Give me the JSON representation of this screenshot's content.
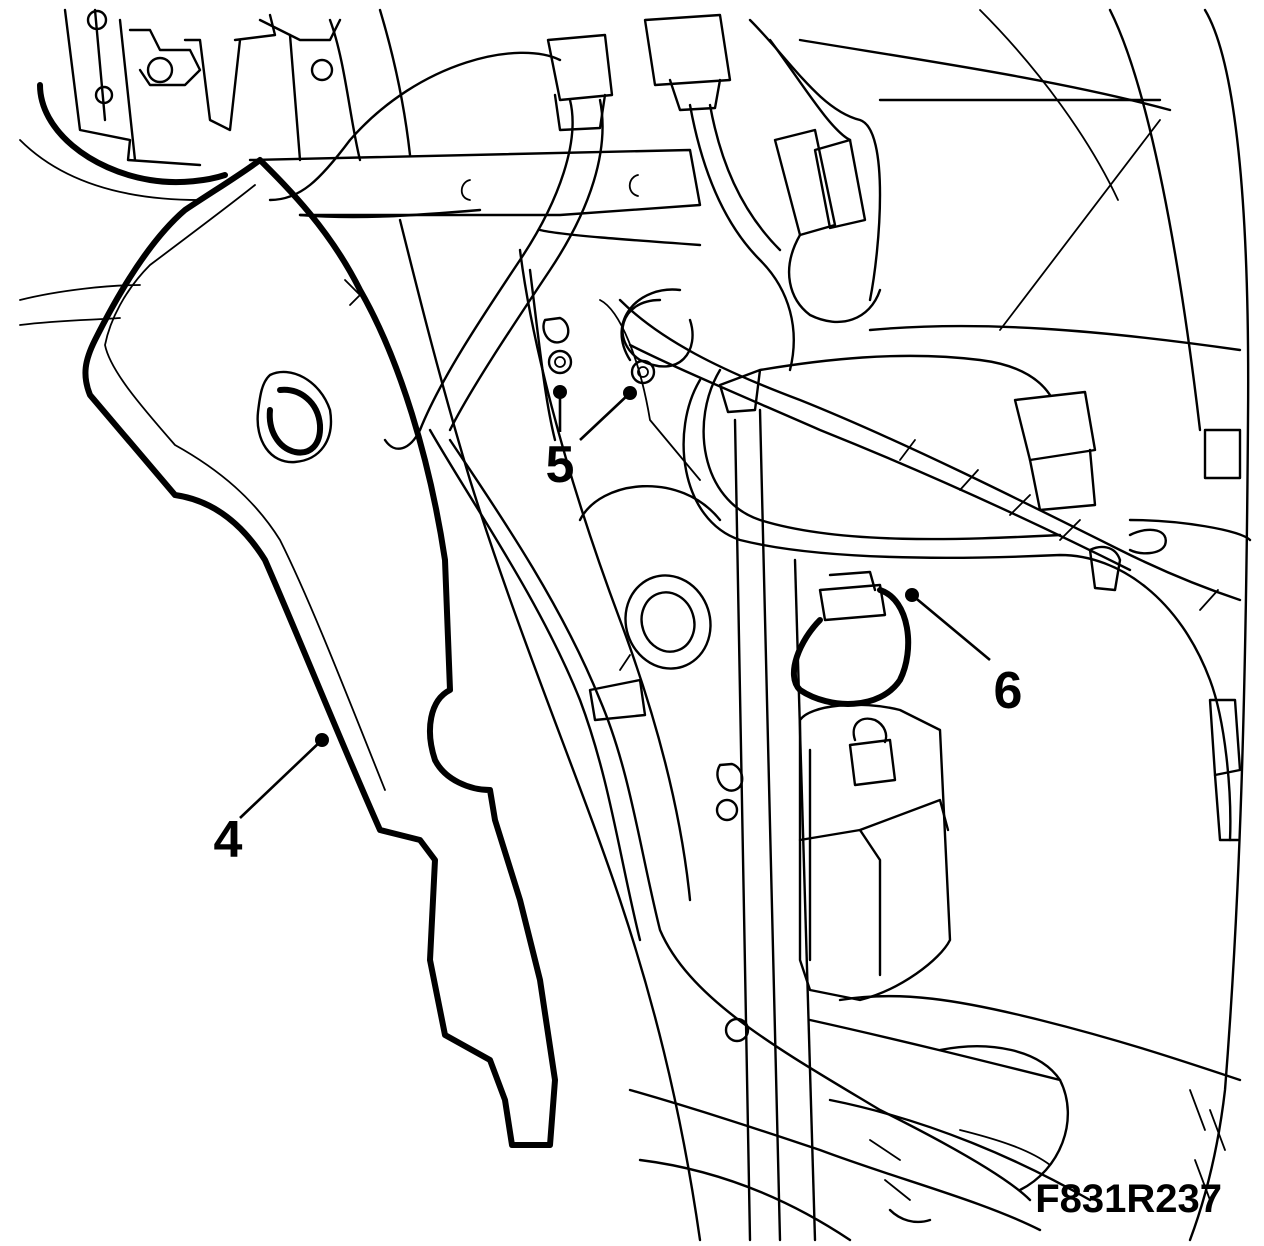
{
  "diagram": {
    "callouts": {
      "bracket": "4",
      "fasteners": "5",
      "connector": "6"
    },
    "figure_code": "F831R237"
  }
}
